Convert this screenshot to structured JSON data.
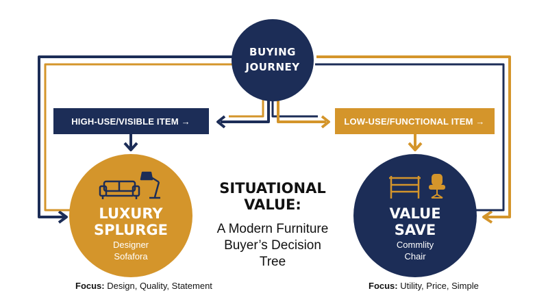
{
  "colors": {
    "navy": "#1c2d57",
    "gold": "#d4952b",
    "text": "#111111",
    "background": "#ffffff"
  },
  "root": {
    "line1": "BUYING",
    "line2": "JOURNEY"
  },
  "branches": {
    "left": {
      "label": "HIGH-USE/VISIBLE ITEM →"
    },
    "right": {
      "label": "LOW-USE/FUNCTIONAL ITEM →"
    }
  },
  "outcomes": {
    "luxury": {
      "title_line1": "LUXURY",
      "title_line2": "SPLURGE",
      "sub_line1": "Designer",
      "sub_line2": "Sofafora",
      "icons": [
        "sofa-icon",
        "floor-lamp-icon"
      ]
    },
    "value": {
      "title_line1": "VALUE",
      "title_line2": "SAVE",
      "sub_line1": "Commlity",
      "sub_line2": "Chair",
      "icons": [
        "shelf-icon",
        "office-chair-icon"
      ]
    }
  },
  "center_title": {
    "line1": "SITUATIONAL",
    "line2": "VALUE:",
    "sub_line1": "A Modern Furniture",
    "sub_line2": "Buyer’s Decision",
    "sub_line3": "Tree"
  },
  "focus": {
    "left": {
      "label": "Focus:",
      "text": "Design, Quality, Statement"
    },
    "right": {
      "label": "Focus:",
      "text": "Utility, Price, Simple"
    }
  }
}
